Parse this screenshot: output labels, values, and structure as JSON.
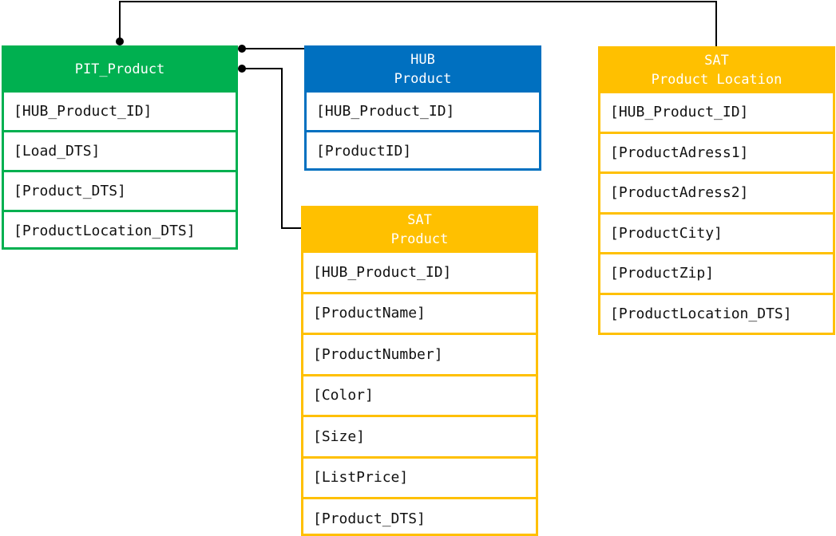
{
  "entities": {
    "pit_product": {
      "title": "PIT_Product",
      "color": "#00b050",
      "fields": [
        "[HUB_Product_ID]",
        "[Load_DTS]",
        "[Product_DTS]",
        "[ProductLocation_DTS]"
      ]
    },
    "hub_product": {
      "title_line1": "HUB",
      "title_line2": "Product",
      "color": "#0070c0",
      "fields": [
        "[HUB_Product_ID]",
        "[ProductID]"
      ]
    },
    "sat_product_location": {
      "title_line1": "SAT",
      "title_line2": "Product Location",
      "color": "#ffc000",
      "fields": [
        "[HUB_Product_ID]",
        "[ProductAdress1]",
        "[ProductAdress2]",
        "[ProductCity]",
        "[ProductZip]",
        "[ProductLocation_DTS]"
      ]
    },
    "sat_product": {
      "title_line1": "SAT",
      "title_line2": "Product",
      "color": "#ffc000",
      "fields": [
        "[HUB_Product_ID]",
        "[ProductName]",
        "[ProductNumber]",
        "[Color]",
        "[Size]",
        "[ListPrice]",
        "[Product_DTS]"
      ]
    }
  },
  "connector_color": "#000000"
}
